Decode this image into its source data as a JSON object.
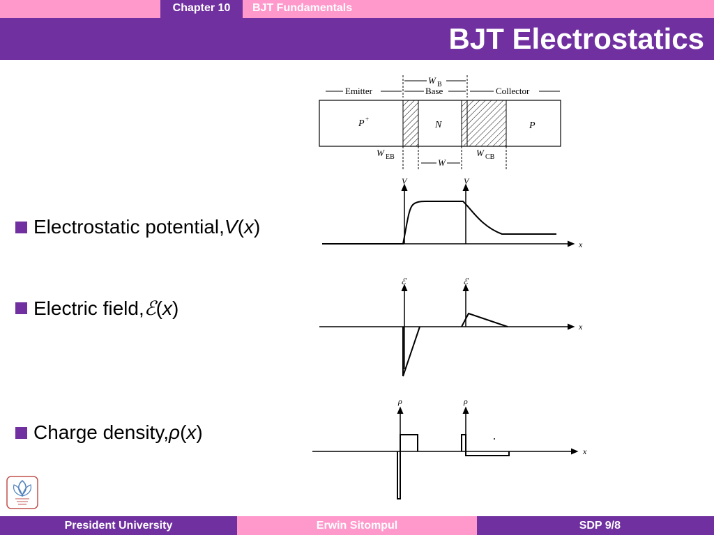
{
  "header": {
    "chapter": "Chapter 10",
    "section": "BJT Fundamentals",
    "title": "BJT Electrostatics"
  },
  "bullets": [
    {
      "text": "Electrostatic potential, ",
      "symbol": "V",
      "open": "(",
      "var": "x",
      "close": ")"
    },
    {
      "text": "Electric field, ",
      "symbol": "ℰ",
      "open": "(",
      "var": "x",
      "close": ")"
    },
    {
      "text": "Charge density, ",
      "symbol": "ρ",
      "open": "(",
      "var": "x",
      "close": ")"
    }
  ],
  "diagram": {
    "region_emitter": "Emitter",
    "region_base": "Base",
    "region_collector": "Collector",
    "wb": "W",
    "wb_sub": "B",
    "type_emitter": "P",
    "type_emitter_sup": "+",
    "type_base": "N",
    "type_collector": "P",
    "web": "W",
    "web_sub": "EB",
    "w": "W",
    "wcb": "W",
    "wcb_sub": "CB",
    "axis_x": "x",
    "potential_label": "V",
    "field_label": "ℰ",
    "charge_label": "ρ"
  },
  "footer": {
    "left": "President University",
    "center": "Erwin Sitompul",
    "right": "SDP 9/8"
  },
  "colors": {
    "purple": "#7030a0",
    "pink": "#ff99cc"
  }
}
